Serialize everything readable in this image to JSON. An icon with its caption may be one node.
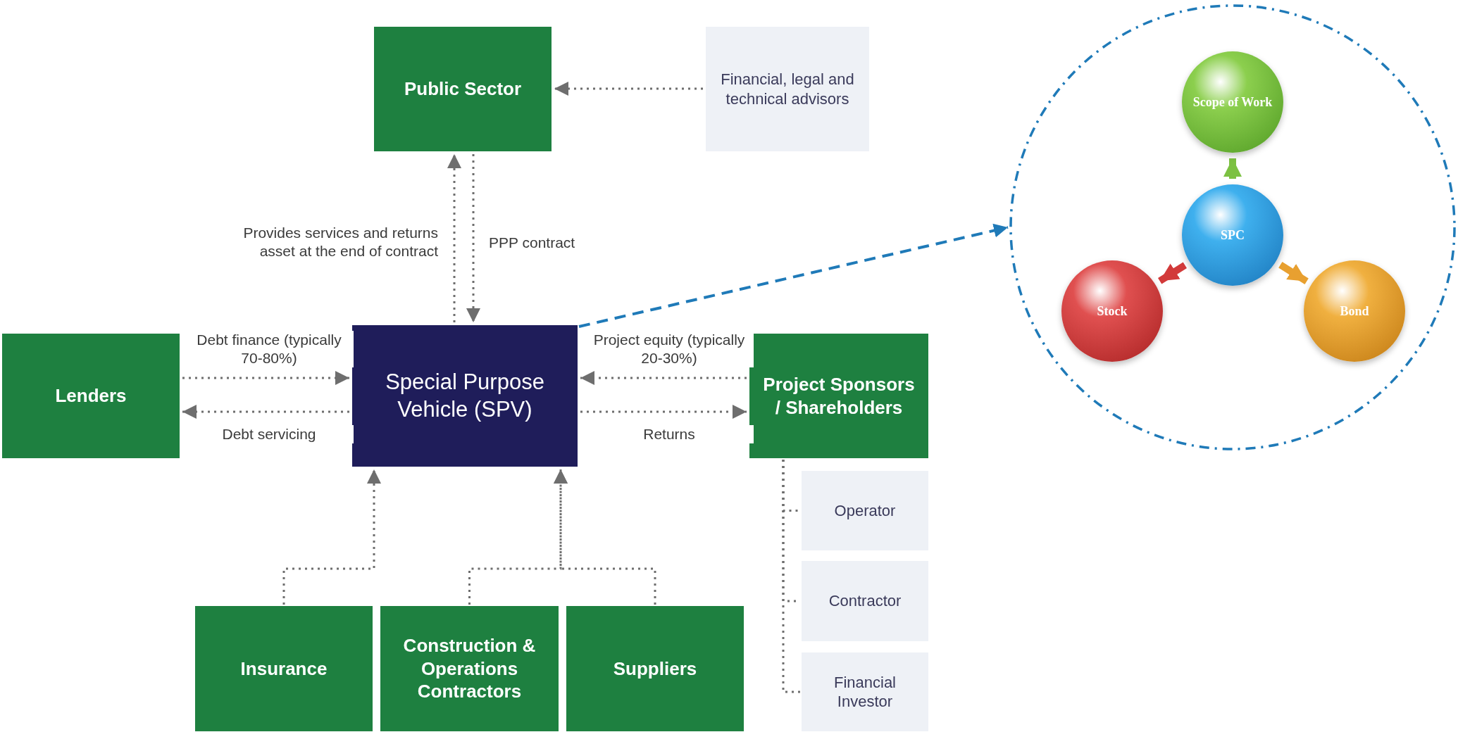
{
  "diagram": {
    "nodes": [
      {
        "text": [
          "Public Sector"
        ]
      },
      {
        "text": [
          "Financial, legal and technical advisors"
        ]
      },
      {
        "text": [
          "Lenders"
        ]
      },
      {
        "text": [
          "Special Purpose Vehicle (SPV)"
        ]
      },
      {
        "text": [
          "Project Sponsors / Shareholders"
        ]
      },
      {
        "text": [
          "Operator"
        ]
      },
      {
        "text": [
          "Contractor"
        ]
      },
      {
        "text": [
          "Financial Investor"
        ]
      },
      {
        "text": [
          "Insurance"
        ]
      },
      {
        "text": [
          "Construction & Operations Contractors"
        ]
      },
      {
        "text": [
          "Suppliers"
        ]
      },
      {
        "text": [],
        "shape": "circle"
      },
      {
        "text": [
          "Scope of Work"
        ],
        "in": 11
      },
      {
        "text": [
          "SPC"
        ],
        "in": 11
      },
      {
        "text": [
          "Stock"
        ],
        "in": 11
      },
      {
        "text": [
          "Bond"
        ],
        "in": 11
      }
    ],
    "edges": [
      {
        "from": 1,
        "to": 0,
        "arrow": "to",
        "style": "dashed"
      },
      {
        "from": 3,
        "to": 0,
        "arrow": "to",
        "label": "Provides services and returns asset at the end of contract",
        "style": "dashed"
      },
      {
        "from": 0,
        "to": 3,
        "arrow": "to",
        "label": "PPP contract",
        "style": "dashed"
      },
      {
        "from": 2,
        "to": 3,
        "arrow": "to",
        "label": "Debt finance (typically 70-80%)",
        "style": "dashed"
      },
      {
        "from": 3,
        "to": 2,
        "arrow": "to",
        "label": "Debt servicing",
        "style": "dashed"
      },
      {
        "from": 4,
        "to": 3,
        "arrow": "to",
        "label": "Project equity (typically 20-30%)",
        "style": "dashed"
      },
      {
        "from": 3,
        "to": 4,
        "arrow": "to",
        "label": "Returns",
        "style": "dashed"
      },
      {
        "from": 4,
        "to": 5,
        "arrow": "none",
        "style": "dashed"
      },
      {
        "from": 4,
        "to": 6,
        "arrow": "none",
        "style": "dashed"
      },
      {
        "from": 4,
        "to": 7,
        "arrow": "none",
        "style": "dashed"
      },
      {
        "from": 8,
        "to": 3,
        "arrow": "to",
        "style": "dashed"
      },
      {
        "from": 9,
        "to": 3,
        "arrow": "to",
        "style": "dashed"
      },
      {
        "from": 10,
        "to": 3,
        "arrow": "to",
        "style": "dashed"
      },
      {
        "from": 3,
        "to": 11,
        "arrow": "to",
        "style": "dashed",
        "color": "#1f7ab8"
      },
      {
        "from": 13,
        "to": 12,
        "arrow": "to",
        "style": "thick",
        "color": "#7cc142"
      },
      {
        "from": 13,
        "to": 14,
        "arrow": "to",
        "style": "thick",
        "color": "#d23a3a"
      },
      {
        "from": 13,
        "to": 15,
        "arrow": "to",
        "style": "thick",
        "color": "#e8a030"
      }
    ]
  }
}
